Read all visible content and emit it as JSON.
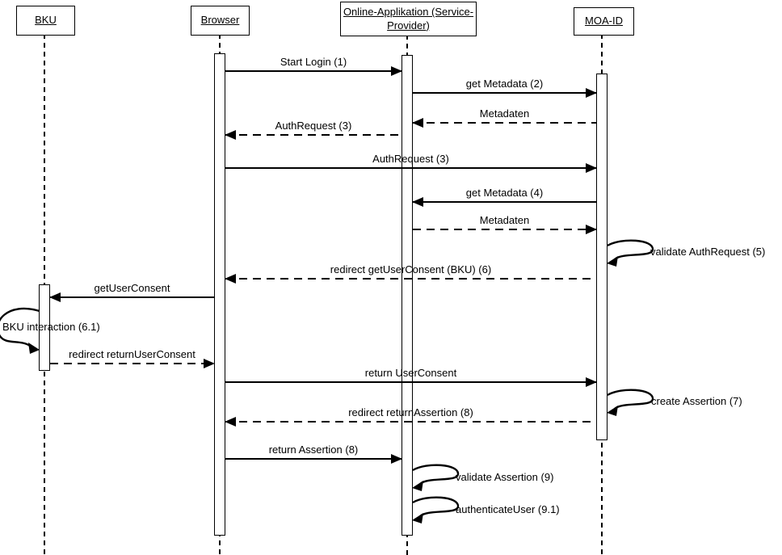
{
  "actors": [
    {
      "id": "bku",
      "label": "BKU"
    },
    {
      "id": "browser",
      "label": "Browser"
    },
    {
      "id": "online-app",
      "label": "Online-Applikation (Service-Provider)",
      "lines": [
        "Online-Applikation (Service-",
        "Provider)"
      ]
    },
    {
      "id": "moa-id",
      "label": "MOA-ID"
    }
  ],
  "messages": [
    {
      "label": "Start Login (1)",
      "from": "Browser",
      "to": "Online-Applikation (Service-Provider)",
      "style": "solid"
    },
    {
      "label": "get Metadata (2)",
      "from": "Online-Applikation (Service-Provider)",
      "to": "MOA-ID",
      "style": "solid"
    },
    {
      "label": "Metadaten",
      "from": "MOA-ID",
      "to": "Online-Applikation (Service-Provider)",
      "style": "dashed"
    },
    {
      "label": "AuthRequest (3)",
      "from": "Online-Applikation (Service-Provider)",
      "to": "Browser",
      "style": "dashed"
    },
    {
      "label": "AuthRequest (3)",
      "from": "Browser",
      "to": "MOA-ID",
      "style": "solid"
    },
    {
      "label": "get Metadata (4)",
      "from": "MOA-ID",
      "to": "Online-Applikation (Service-Provider)",
      "style": "solid"
    },
    {
      "label": "Metadaten",
      "from": "Online-Applikation (Service-Provider)",
      "to": "MOA-ID",
      "style": "dashed"
    },
    {
      "label": "redirect getUserConsent (BKU) (6)",
      "from": "MOA-ID",
      "to": "Browser",
      "style": "dashed"
    },
    {
      "label": "getUserConsent",
      "from": "Browser",
      "to": "BKU",
      "style": "solid"
    },
    {
      "label": "redirect returnUserConsent",
      "from": "BKU",
      "to": "Browser",
      "style": "dashed"
    },
    {
      "label": "return UserConsent",
      "from": "Browser",
      "to": "MOA-ID",
      "style": "solid"
    },
    {
      "label": "redirect returnAssertion (8)",
      "from": "MOA-ID",
      "to": "Browser",
      "style": "dashed"
    },
    {
      "label": "return Assertion (8)",
      "from": "Browser",
      "to": "Online-Applikation (Service-Provider)",
      "style": "solid"
    }
  ],
  "self_messages": [
    {
      "label": "validate AuthRequest (5)",
      "actor": "MOA-ID",
      "side": "right"
    },
    {
      "label": "BKU interaction (6.1)",
      "actor": "BKU",
      "side": "left"
    },
    {
      "label": "create Assertion (7)",
      "actor": "MOA-ID",
      "side": "right"
    },
    {
      "label": "validate Assertion (9)",
      "actor": "Online-Applikation (Service-Provider)",
      "side": "right"
    },
    {
      "label": "authenticateUser (9.1)",
      "actor": "Online-Applikation (Service-Provider)",
      "side": "right"
    }
  ],
  "colors": {
    "ink": "#000000",
    "paper": "#ffffff"
  }
}
